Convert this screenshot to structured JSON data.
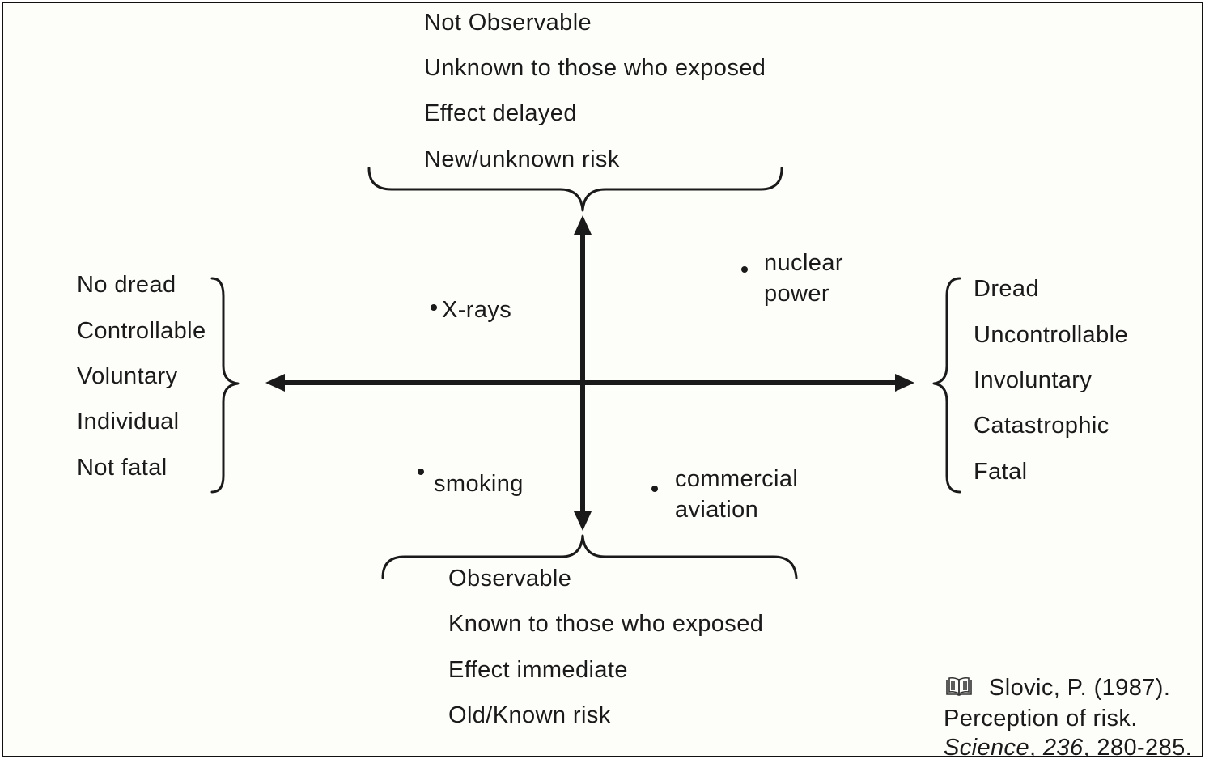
{
  "top_group": [
    "Not Observable",
    "Unknown to those who exposed",
    "Effect delayed",
    "New/unknown risk"
  ],
  "bottom_group": [
    "Observable",
    "Known to those who exposed",
    "Effect immediate",
    "Old/Known risk"
  ],
  "left_group": [
    "No dread",
    "Controllable",
    "Voluntary",
    "Individual",
    "Not fatal"
  ],
  "right_group": [
    "Dread",
    "Uncontrollable",
    "Involuntary",
    "Catastrophic",
    "Fatal"
  ],
  "risks": {
    "xrays": "X-rays",
    "nuclear_1": "nuclear",
    "nuclear_2": "power",
    "smoking": "smoking",
    "aviation_1": "commercial",
    "aviation_2": "aviation"
  },
  "reference": {
    "icon": "book-icon",
    "line1": "Slovic, P. (1987).",
    "line2": "Perception of risk.",
    "journal": "Science",
    "sep1": ", ",
    "volume": "236",
    "pages": ", 280-285."
  },
  "colors": {
    "ink": "#1a1a1a",
    "background": "#fdfdf9"
  }
}
